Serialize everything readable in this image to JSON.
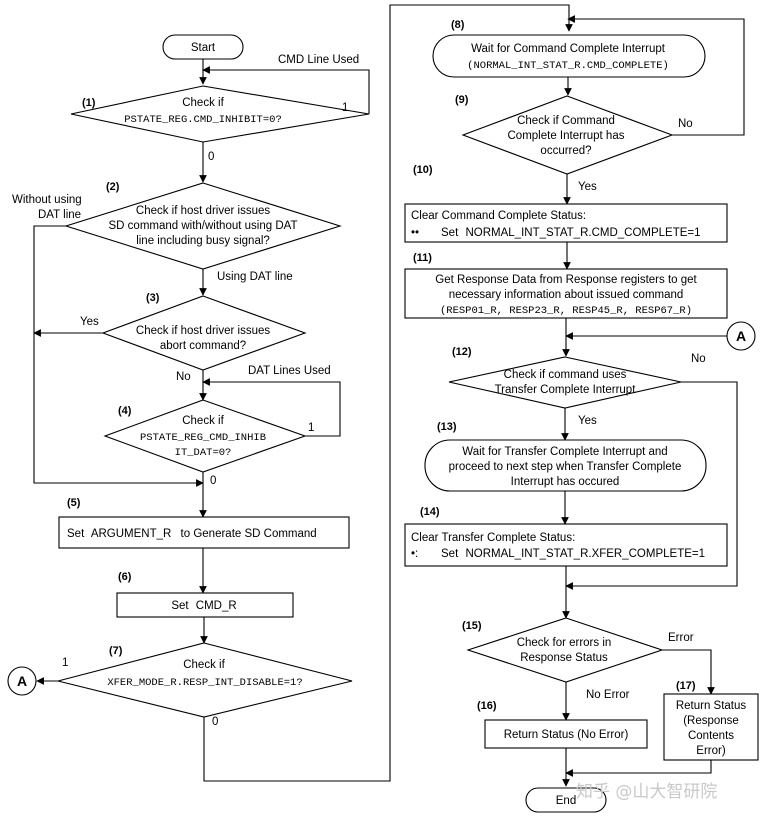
{
  "labels": {
    "start": "Start",
    "end": "End",
    "connector_a": "A",
    "cmd_line_used": "CMD Line Used",
    "dat_lines_used": "DAT Lines Used",
    "without_dat": [
      "Without using",
      "DAT line"
    ],
    "using_dat": "Using DAT line",
    "yes": "Yes",
    "no": "No",
    "zero": "0",
    "one": "1",
    "error": "Error",
    "no_error": "No Error",
    "watermark": "知乎 @山大智研院"
  },
  "steps": [
    {
      "num": "(1)",
      "lines": [
        "Check if"
      ],
      "mono": "PSTATE_REG.CMD_INHIBIT=0?"
    },
    {
      "num": "(2)",
      "lines": [
        "Check if host driver issues",
        "SD command with/without using DAT",
        "line including busy signal?"
      ]
    },
    {
      "num": "(3)",
      "lines": [
        "Check if host driver issues",
        "abort command?"
      ]
    },
    {
      "num": "(4)",
      "lines": [
        "Check if"
      ],
      "mono_lines": [
        "PSTATE_REG_CMD_INHIB",
        "IT_DAT=0?"
      ]
    },
    {
      "num": "(5)",
      "prefix": "Set",
      "mono": "ARGUMENT_R",
      "suffix": "to Generate SD Command"
    },
    {
      "num": "(6)",
      "prefix": "Set",
      "mono": "CMD_R"
    },
    {
      "num": "(7)",
      "lines": [
        "Check if"
      ],
      "mono": "XFER_MODE_R.RESP_INT_DISABLE=1?"
    },
    {
      "num": "(8)",
      "lines": [
        "Wait for Command Complete Interrupt"
      ],
      "mono": "(NORMAL_INT_STAT_R.CMD_COMPLETE)"
    },
    {
      "num": "(9)",
      "lines": [
        "Check if Command",
        "Complete Interrupt has",
        "occurred?"
      ]
    },
    {
      "num": "(10)",
      "lines": [
        "Clear Command Complete Status:"
      ],
      "bullet": "••",
      "prefix": "Set",
      "mono": "NORMAL_INT_STAT_R.CMD_COMPLETE=1"
    },
    {
      "num": "(11)",
      "lines": [
        "Get Response Data from Response registers to get",
        "necessary information about issued command"
      ],
      "mono": "(RESP01_R, RESP23_R, RESP45_R, RESP67_R)"
    },
    {
      "num": "(12)",
      "lines": [
        "Check if command uses",
        "Transfer Complete Interrupt"
      ]
    },
    {
      "num": "(13)",
      "lines": [
        "Wait for Transfer Complete Interrupt and",
        "proceed to next step when Transfer Complete",
        "Interrupt has occured"
      ]
    },
    {
      "num": "(14)",
      "lines": [
        "Clear Transfer Complete Status:"
      ],
      "bullet": "•:",
      "prefix": "Set",
      "mono": "NORMAL_INT_STAT_R.XFER_COMPLETE=1"
    },
    {
      "num": "(15)",
      "lines": [
        "Check for errors in",
        "Response Status"
      ]
    },
    {
      "num": "(16)",
      "lines": [
        "Return Status (No Error)"
      ]
    },
    {
      "num": "(17)",
      "lines": [
        "Return Status",
        "(Response",
        "Contents",
        "Error)"
      ]
    }
  ]
}
